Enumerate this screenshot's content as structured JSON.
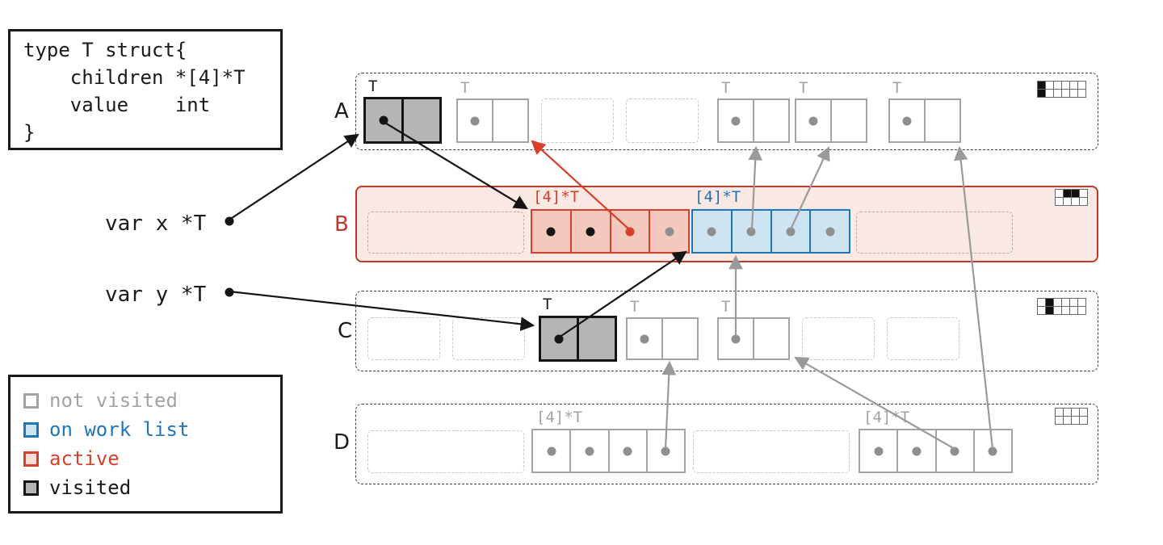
{
  "code_box": {
    "text": "type T struct{\n    children *[4]*T\n    value    int\n}"
  },
  "variables": {
    "x": {
      "label": "var x *T"
    },
    "y": {
      "label": "var y *T"
    }
  },
  "legend": {
    "items": [
      {
        "label": "not visited",
        "state": "not_visited",
        "color": "#a3a3a3"
      },
      {
        "label": "on work list",
        "state": "on_work_list",
        "color": "#2076b4"
      },
      {
        "label": "active",
        "state": "active",
        "color": "#d6402a"
      },
      {
        "label": "visited",
        "state": "visited",
        "color": "#1a1a1a"
      }
    ]
  },
  "spans": {
    "A": {
      "label": "A",
      "slots": [
        {
          "kind": "object",
          "state": "visited",
          "type_label": "T",
          "dots": [
            "black",
            null
          ]
        },
        {
          "kind": "object",
          "state": "not_visited",
          "type_label": "T",
          "dots": [
            "gray",
            null
          ]
        },
        {
          "kind": "empty"
        },
        {
          "kind": "empty"
        },
        {
          "kind": "object",
          "state": "not_visited",
          "type_label": "T",
          "dots": [
            "gray",
            null
          ]
        },
        {
          "kind": "object",
          "state": "not_visited",
          "type_label": "T",
          "dots": [
            "gray",
            null
          ]
        },
        {
          "kind": "object",
          "state": "not_visited",
          "type_label": "T",
          "dots": [
            "gray",
            null
          ]
        }
      ],
      "bitmap": [
        [
          1,
          0,
          0,
          0,
          0,
          0
        ],
        [
          1,
          0,
          0,
          0,
          0,
          0
        ]
      ]
    },
    "B": {
      "label": "B",
      "slots": [
        {
          "kind": "empty"
        },
        {
          "kind": "array",
          "state": "active",
          "type_label": "[4]*T",
          "dots": [
            "black",
            "black",
            "red",
            "gray"
          ]
        },
        {
          "kind": "array",
          "state": "on_work_list",
          "type_label": "[4]*T",
          "dots": [
            "gray",
            "gray",
            "gray",
            "gray"
          ]
        },
        {
          "kind": "empty"
        }
      ],
      "bitmap": [
        [
          0,
          1,
          1,
          0
        ],
        [
          0,
          0,
          0,
          0
        ]
      ]
    },
    "C": {
      "label": "C",
      "slots": [
        {
          "kind": "empty"
        },
        {
          "kind": "empty"
        },
        {
          "kind": "object",
          "state": "visited",
          "type_label": "T",
          "dots": [
            "black",
            null
          ]
        },
        {
          "kind": "object",
          "state": "not_visited",
          "type_label": "T",
          "dots": [
            "gray",
            null
          ]
        },
        {
          "kind": "object",
          "state": "not_visited",
          "type_label": "T",
          "dots": [
            "gray",
            null
          ]
        },
        {
          "kind": "empty"
        },
        {
          "kind": "empty"
        }
      ],
      "bitmap": [
        [
          0,
          1,
          0,
          0,
          0,
          0
        ],
        [
          0,
          1,
          0,
          0,
          0,
          0
        ]
      ]
    },
    "D": {
      "label": "D",
      "slots": [
        {
          "kind": "empty"
        },
        {
          "kind": "array",
          "state": "not_visited",
          "type_label": "[4]*T",
          "dots": [
            "gray",
            "gray",
            "gray",
            "gray"
          ]
        },
        {
          "kind": "empty"
        },
        {
          "kind": "array",
          "state": "not_visited",
          "type_label": "[4]*T",
          "dots": [
            "gray",
            "gray",
            "gray",
            "gray"
          ]
        }
      ],
      "bitmap": [
        [
          0,
          0,
          0,
          0
        ],
        [
          0,
          0,
          0,
          0
        ]
      ]
    }
  },
  "arrows": [
    {
      "name": "x-to-A0",
      "from": "var x",
      "to": "span A object 0",
      "color": "black"
    },
    {
      "name": "A0-to-B1",
      "from": "span A object 0 children",
      "to": "span B active array",
      "color": "black"
    },
    {
      "name": "B1c2-to-A1",
      "from": "span B active array cell 2",
      "to": "span A object 1",
      "color": "red"
    },
    {
      "name": "y-to-C2",
      "from": "var y",
      "to": "span C object 2",
      "color": "black"
    },
    {
      "name": "C2-to-B2",
      "from": "span C object 2 children",
      "to": "span B work-list array",
      "color": "black"
    },
    {
      "name": "C4-to-B2",
      "from": "span C object 4 children",
      "to": "span B work-list array",
      "color": "gray"
    },
    {
      "name": "B2c1-to-A4",
      "from": "span B work-list array cell 1",
      "to": "span A object 4",
      "color": "gray"
    },
    {
      "name": "B2c2-to-A5",
      "from": "span B work-list array cell 2",
      "to": "span A object 5",
      "color": "gray"
    },
    {
      "name": "D1c3-to-C3",
      "from": "span D array 1 cell 3",
      "to": "span C object 3",
      "color": "gray"
    },
    {
      "name": "D3c2-to-C4",
      "from": "span D array 2 cell 2",
      "to": "span C object 4",
      "color": "gray"
    },
    {
      "name": "D3c3-to-A6",
      "from": "span D array 2 cell 3",
      "to": "span A object 6",
      "color": "gray"
    }
  ],
  "colors": {
    "black": "#1a1a1a",
    "not_visited": "#a3a3a3",
    "gray_dot": "#8f8f8f",
    "visited_fill": "#b5b5b5",
    "active": "#d6402a",
    "active_span_border": "#c0392b",
    "active_span_fill": "#f9e8e3",
    "active_array_fill": "#f4c9bd",
    "work_list": "#2076b4",
    "work_list_fill": "#cfe4f2"
  }
}
